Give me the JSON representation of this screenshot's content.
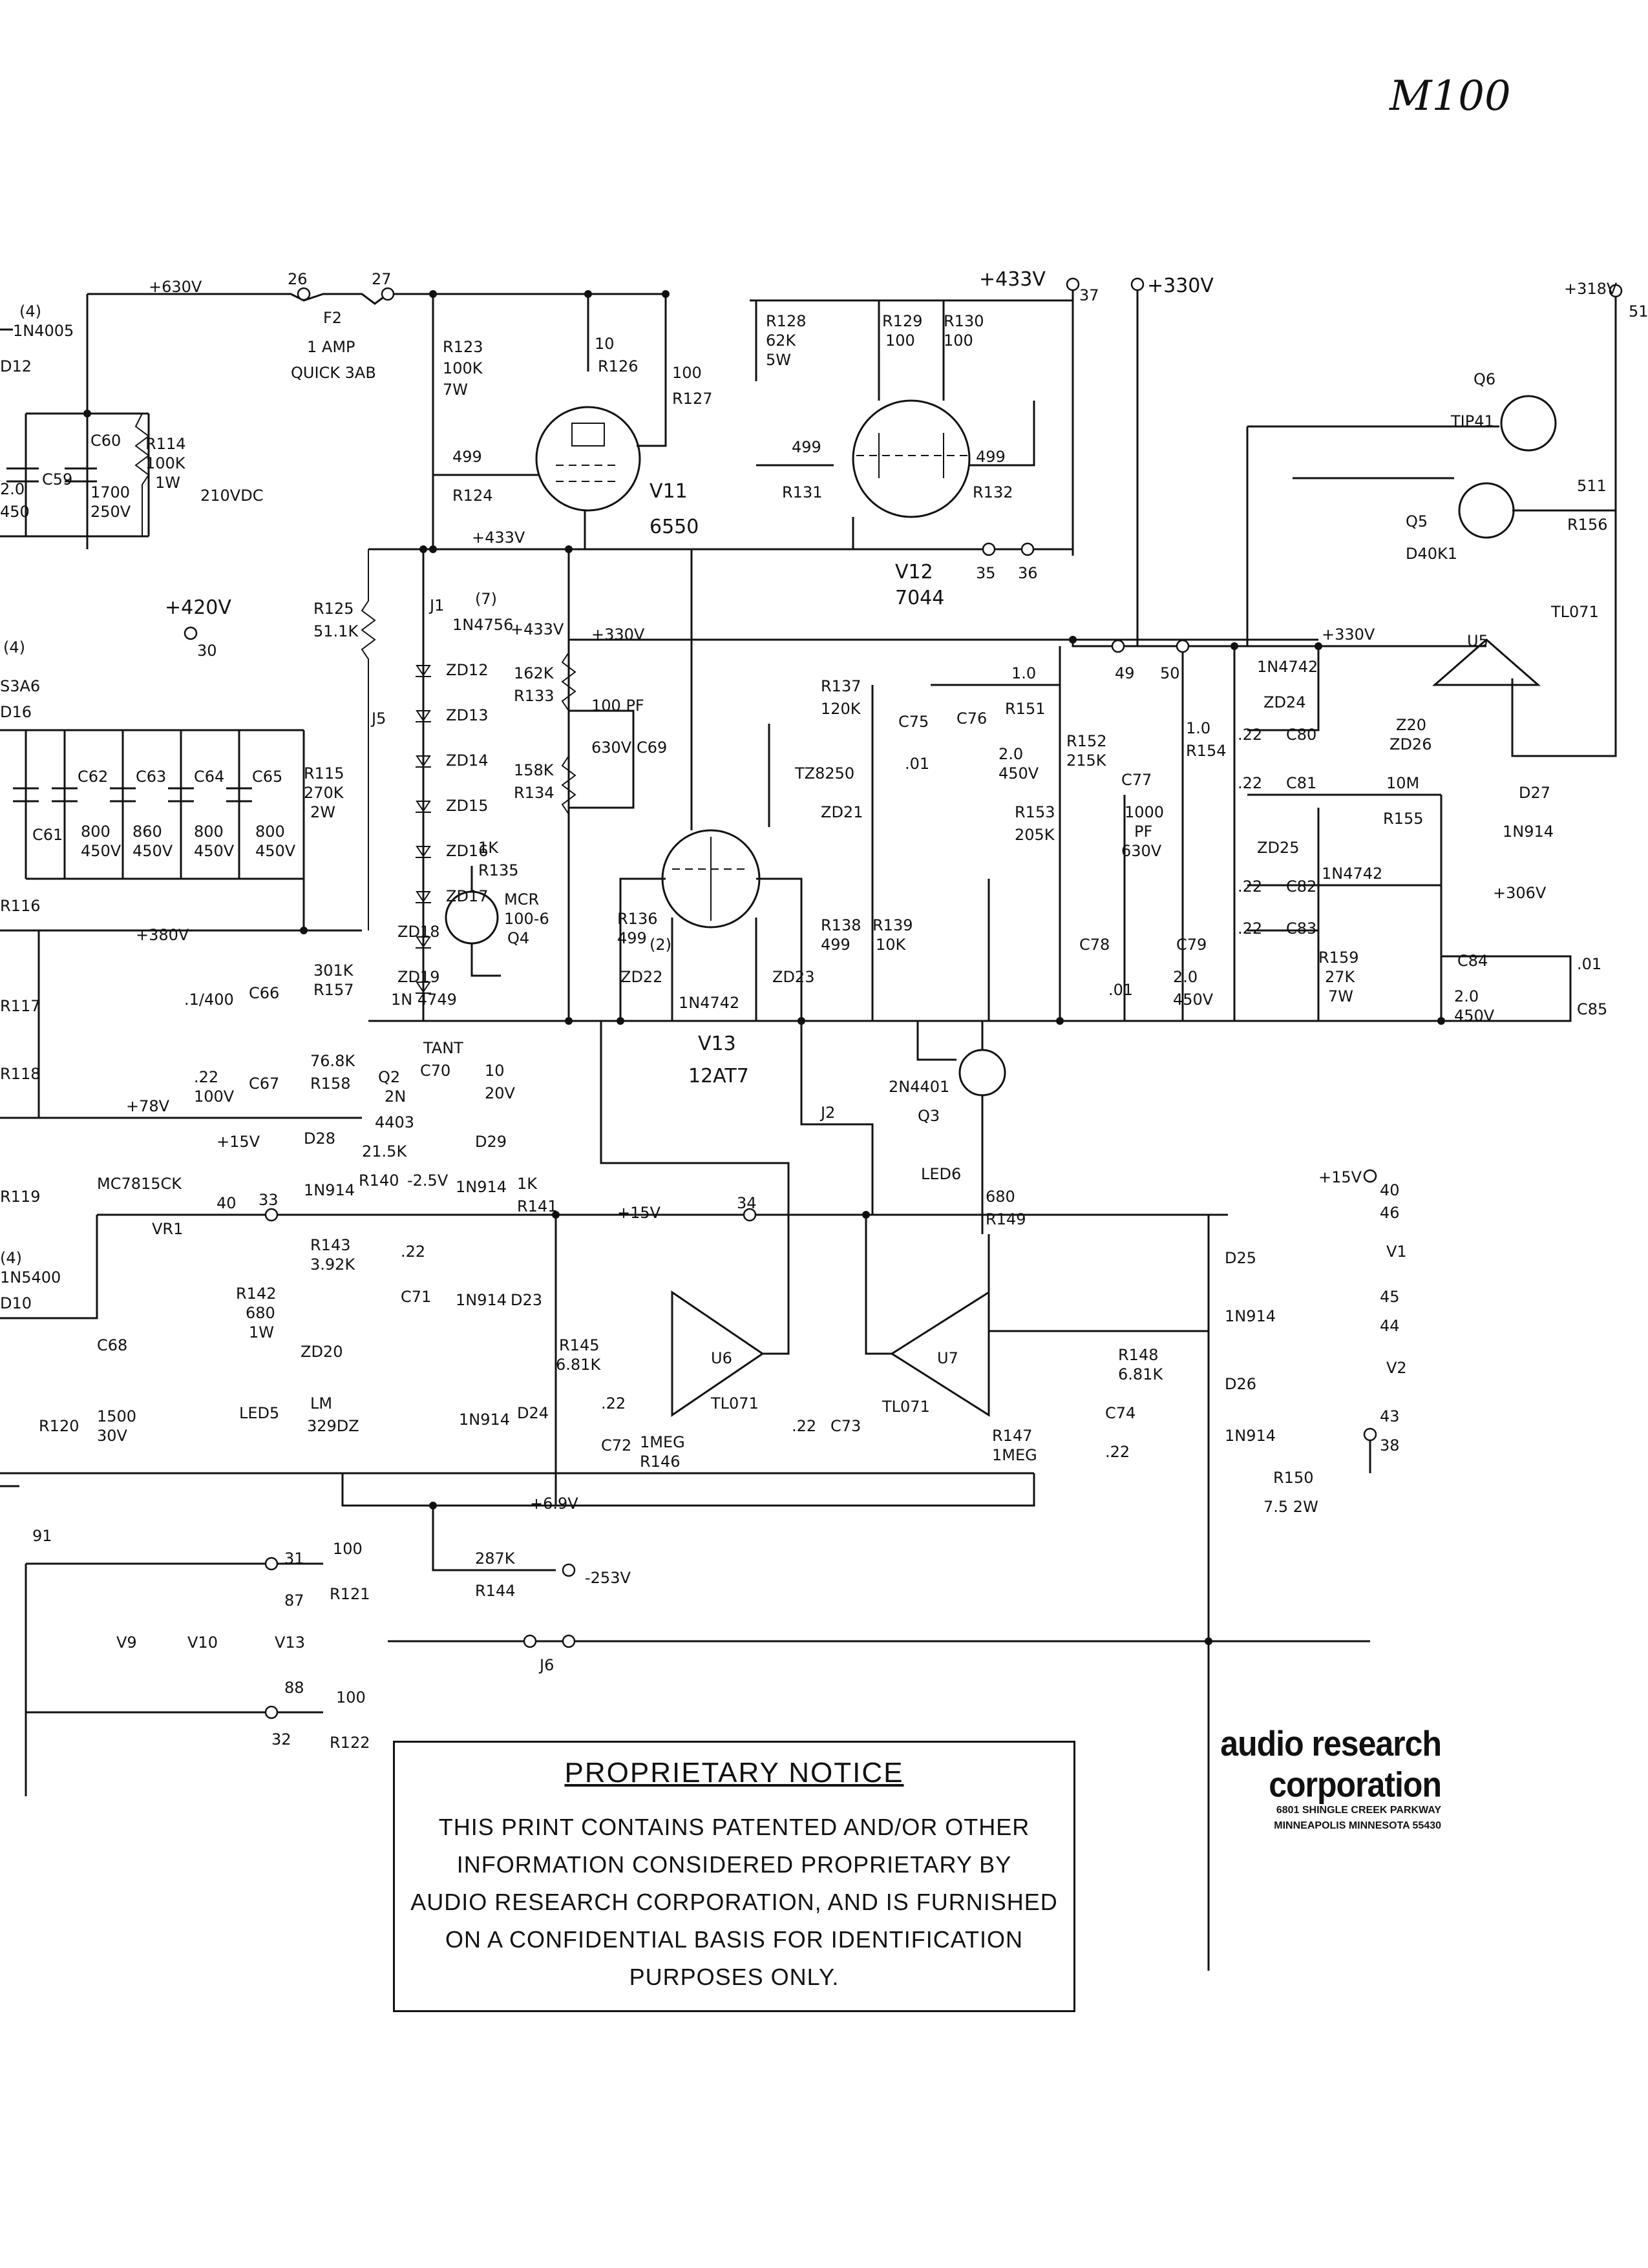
{
  "title": "M100",
  "rails": {
    "plus630": "+630V",
    "plus433": "+433V",
    "plus330": "+330V",
    "plus318": "+318V",
    "plus420": "+420V",
    "plus380": "+380V",
    "plus78": "+78V",
    "plus15": "+15V",
    "plus306": "+306V",
    "plus6_9": "+6.9V",
    "minus253": "-253V",
    "plus210": "210VDC",
    "minus2_5": "-2.5V"
  },
  "nodes": {
    "n26": "26",
    "n27": "27",
    "n37": "37",
    "n51": "51",
    "n30": "30",
    "n35": "35",
    "n36": "36",
    "n49": "49",
    "n50": "50",
    "n40": "40",
    "n33": "33",
    "n34": "34",
    "n31": "31",
    "n32": "32",
    "n87": "87",
    "n88": "88",
    "n91": "91",
    "n46": "46",
    "n45": "45",
    "n44": "44",
    "n43": "43",
    "n38": "38",
    "n40b": "40"
  },
  "jumpers": {
    "j1": "J1",
    "j2": "J2",
    "j5": "J5",
    "j6": "J6"
  },
  "fuse": {
    "ref": "F2",
    "rating": "1 AMP",
    "type": "QUICK 3AB"
  },
  "tubes": {
    "v11": {
      "ref": "V11",
      "type": "6550"
    },
    "v12": {
      "ref": "V12",
      "type": "7044"
    },
    "v13": {
      "ref": "V13",
      "type": "12AT7"
    }
  },
  "resistors": {
    "r123": [
      "R123",
      "100K",
      "7W"
    ],
    "r126": [
      "10",
      "R126"
    ],
    "r127": [
      "100",
      "R127"
    ],
    "r124": [
      "499",
      "R124"
    ],
    "r128": [
      "R128",
      "62K",
      "5W"
    ],
    "r129": [
      "R129",
      "100"
    ],
    "r130": [
      "R130",
      "100"
    ],
    "r131": [
      "499",
      "R131"
    ],
    "r132": [
      "499",
      "R132"
    ],
    "r114": [
      "R114",
      "100K",
      "1W"
    ],
    "r125": [
      "R125",
      "51.1K"
    ],
    "r133": [
      "162K",
      "R133"
    ],
    "r134": [
      "158K",
      "R134"
    ],
    "r115": [
      "R115",
      "270K",
      "2W"
    ],
    "r135": [
      "1K",
      "R135"
    ],
    "r157": [
      "301K",
      "R157"
    ],
    "r158": [
      "76.8K",
      "R158"
    ],
    "r137": [
      "R137",
      "120K"
    ],
    "r151": [
      "1.0",
      "R151"
    ],
    "r152": [
      "R152",
      "215K"
    ],
    "r153": [
      "R153",
      "205K"
    ],
    "r154": [
      "1.0",
      "R154"
    ],
    "r155": [
      "10M",
      "R155"
    ],
    "r156": [
      "511",
      "R156"
    ],
    "r136": [
      "R136",
      "499"
    ],
    "r138": [
      "R138",
      "499"
    ],
    "r139": [
      "R139",
      "10K"
    ],
    "r159": [
      "R159",
      "27K",
      "7W"
    ],
    "r149": [
      "680",
      "R149"
    ],
    "r140": [
      "21.5K",
      "R140"
    ],
    "r141": [
      "1K",
      "R141"
    ],
    "r143": [
      "R143",
      "3.92K"
    ],
    "r142": [
      "R142",
      "680",
      "1W"
    ],
    "r145": [
      "R145",
      "6.81K"
    ],
    "r146": [
      "1MEG",
      "R146"
    ],
    "r147": [
      "R147",
      "1MEG"
    ],
    "r148": [
      "R148",
      "6.81K"
    ],
    "r150": [
      "R150",
      "7.5 2W"
    ],
    "r144": [
      "287K",
      "R144"
    ],
    "r121": [
      "100",
      "R121"
    ],
    "r122": [
      "100",
      "R122"
    ],
    "r120": [
      "R120"
    ],
    "r116": [
      "R116"
    ],
    "r117": [
      "R117"
    ],
    "r118": [
      "R118"
    ],
    "r119": [
      "R119"
    ],
    "r112": [
      "D12"
    ]
  },
  "capacitors": {
    "c59": [
      "C59",
      "2.0",
      "450"
    ],
    "c60": [
      "C60",
      "1700",
      "250V"
    ],
    "c61": [
      "C61"
    ],
    "c62": [
      "C62",
      "800",
      "450V"
    ],
    "c63": [
      "C63",
      "860",
      "450V"
    ],
    "c64": [
      "C64",
      "800",
      "450V"
    ],
    "c65": [
      "C65",
      "800",
      "450V"
    ],
    "c69": [
      "100 PF",
      "630V",
      "C69"
    ],
    "c75": [
      "C75",
      ".01"
    ],
    "c76": [
      "C76",
      "2.0",
      "450V"
    ],
    "c77": [
      "C77",
      "1000",
      "PF",
      "630V"
    ],
    "c78": [
      "C78",
      ".01"
    ],
    "c79": [
      "C79",
      "2.0",
      "450V"
    ],
    "c66": [
      ".1/400",
      "C66"
    ],
    "c67": [
      ".22",
      "100V",
      "C67"
    ],
    "c70": [
      "TANT",
      "C70",
      "10",
      "20V"
    ],
    "c71": [
      ".22",
      "C71"
    ],
    "c72": [
      ".22",
      "C72"
    ],
    "c73": [
      ".22",
      "C73"
    ],
    "c74": [
      "C74",
      ".22"
    ],
    "c68": [
      "C68",
      "1500",
      "30V"
    ],
    "c80": [
      ".22",
      "C80"
    ],
    "c81": [
      ".22",
      "C81"
    ],
    "c82": [
      ".22",
      "C82"
    ],
    "c83": [
      ".22",
      "C83"
    ],
    "c84": [
      "C84",
      "2.0",
      "450V"
    ],
    "c85": [
      ".01",
      "C85"
    ]
  },
  "semis": {
    "d_1n4005": [
      "(4)",
      "1N4005"
    ],
    "d_s3a6": [
      "(4)",
      "S3A6",
      "D16"
    ],
    "zener_1n4756": [
      "(7)",
      "1N4756"
    ],
    "z_list": [
      "ZD12",
      "ZD13",
      "ZD14",
      "ZD15",
      "ZD16",
      "ZD17",
      "ZD18",
      "ZD19"
    ],
    "z_1n4749": "1N 4749",
    "mcr": [
      "MCR",
      "100-6",
      "Q4"
    ],
    "q2": [
      "Q2",
      "2N",
      "4403"
    ],
    "q3": [
      "2N4401",
      "Q3"
    ],
    "q5": [
      "Q5",
      "D40K1"
    ],
    "q6": [
      "Q6",
      "TIP41"
    ],
    "d28": [
      "D28",
      "1N914"
    ],
    "d29": [
      "D29",
      "1N914"
    ],
    "d23": [
      "D23",
      "1N914"
    ],
    "d24": [
      "D24",
      "1N914"
    ],
    "d25": [
      "D25",
      "1N914"
    ],
    "d26": [
      "D26",
      "1N914"
    ],
    "d27": [
      "D27",
      "1N914"
    ],
    "tz": [
      "TZ8250",
      "ZD21"
    ],
    "zd22": "ZD22",
    "zd23": "ZD23",
    "z_1n4742": [
      "(2)",
      "1N4742"
    ],
    "zd24": [
      "1N4742",
      "ZD24"
    ],
    "zd25": [
      "ZD25",
      "1N4742"
    ],
    "zd26": [
      "Z20",
      "ZD26"
    ],
    "zd20": [
      "ZD20",
      "LM",
      "329DZ"
    ],
    "led5": "LED5",
    "led6": "LED6",
    "vr1": [
      "MC7815CK",
      "VR1"
    ],
    "d_1n5400": [
      "(4)",
      "1N5400",
      "D10"
    ],
    "u5": [
      "U5",
      "TL071"
    ],
    "u6": [
      "U6",
      "TL071"
    ],
    "u7": [
      "U7",
      "TL071"
    ]
  },
  "meters": {
    "v1": "V1",
    "v2": "V2",
    "v9": "V9",
    "v10": "V10",
    "v13m": "V13"
  },
  "notice": {
    "title": "PROPRIETARY NOTICE",
    "lines": [
      "THIS PRINT CONTAINS PATENTED AND/OR OTHER",
      "INFORMATION CONSIDERED PROPRIETARY BY",
      "AUDIO RESEARCH CORPORATION, AND IS FURNISHED",
      "ON A CONFIDENTIAL BASIS FOR IDENTIFICATION",
      "PURPOSES ONLY."
    ]
  },
  "company": {
    "name": "audio research corporation",
    "address1": "6801 SHINGLE CREEK PARKWAY",
    "address2": "MINNEAPOLIS MINNESOTA 55430"
  }
}
